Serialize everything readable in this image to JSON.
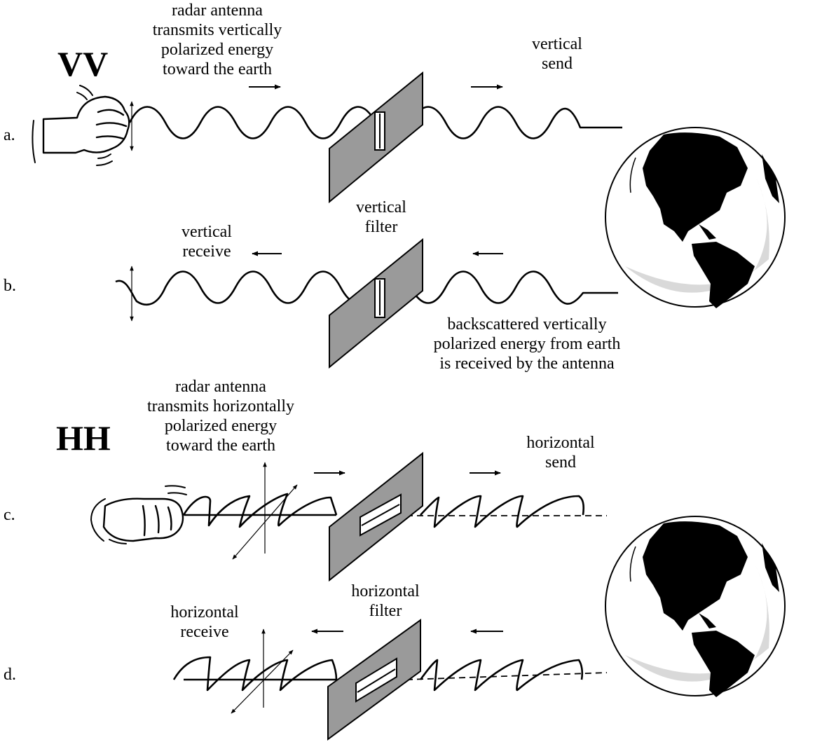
{
  "sections": {
    "vv": {
      "title": "VV",
      "transmit_note": [
        "radar antenna",
        "transmits vertically",
        "polarized energy",
        "toward the earth"
      ],
      "send_label": [
        "vertical",
        "send"
      ],
      "filter_label": [
        "vertical",
        "filter"
      ],
      "receive_label": [
        "vertical",
        "receive"
      ],
      "backscatter_note": [
        "backscattered vertically",
        "polarized energy from earth",
        "is received by the antenna"
      ]
    },
    "hh": {
      "title": "HH",
      "transmit_note": [
        "radar antenna",
        "transmits horizontally",
        "polarized energy",
        "toward the earth"
      ],
      "send_label": [
        "horizontal",
        "send"
      ],
      "filter_label": [
        "horizontal",
        "filter"
      ],
      "receive_label": [
        "horizontal",
        "receive"
      ]
    }
  },
  "rows": {
    "a": "a.",
    "b": "b.",
    "c": "c.",
    "d": "d."
  },
  "icons": {
    "hand": "hand-icon",
    "globe": "globe-icon",
    "filter": "polarizing-filter-icon",
    "arrow": "arrow-icon"
  },
  "colors": {
    "filter_fill": "#9a9a9a",
    "globe_ocean": "#ffffff",
    "globe_land": "#000000",
    "globe_shade": "#d9d9d9"
  }
}
